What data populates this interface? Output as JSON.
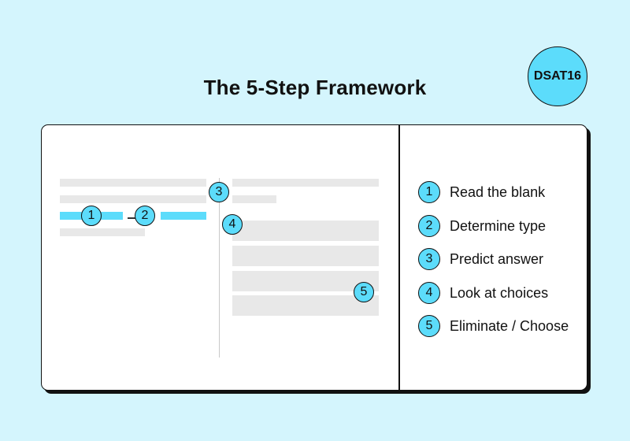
{
  "title": "The 5-Step Framework",
  "badge": "DSAT16",
  "colors": {
    "background": "#d4f5fd",
    "accent": "#5cdcfb",
    "placeholder_bar": "#e8e8e8"
  },
  "markers": [
    "1",
    "2",
    "3",
    "4",
    "5"
  ],
  "steps": [
    {
      "number": "1",
      "label": "Read the blank"
    },
    {
      "number": "2",
      "label": "Determine type"
    },
    {
      "number": "3",
      "label": "Predict answer"
    },
    {
      "number": "4",
      "label": "Look at choices"
    },
    {
      "number": "5",
      "label": "Eliminate / Choose"
    }
  ]
}
